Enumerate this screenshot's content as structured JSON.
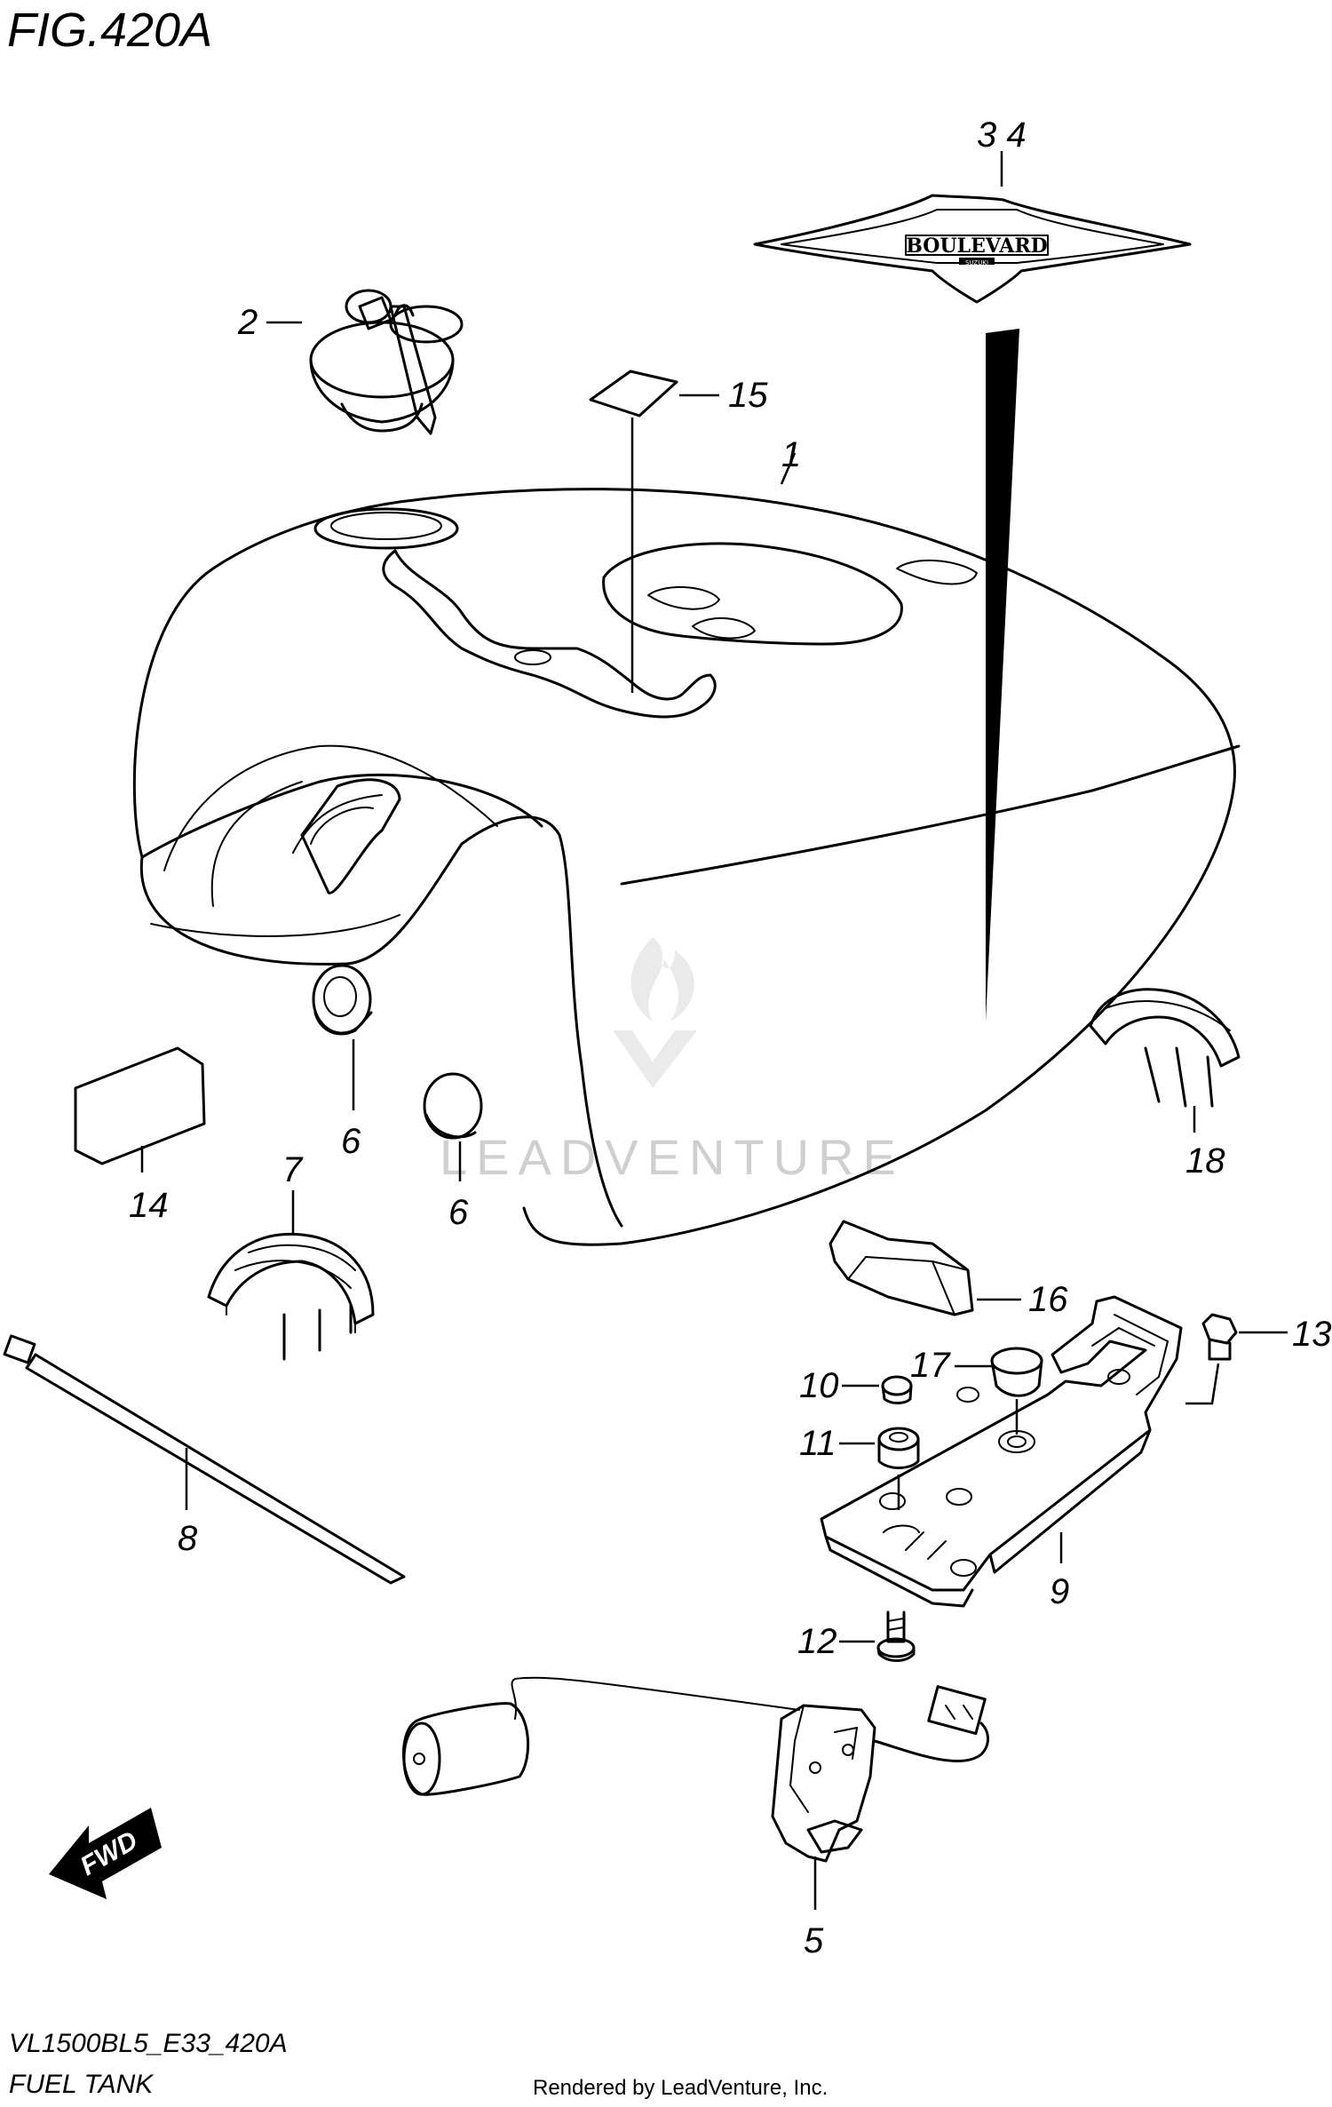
{
  "figure": {
    "title": "FIG.420A",
    "model_code": "VL1500BL5_E33_420A",
    "section_name": "FUEL TANK",
    "rendered_by": "Rendered by LeadVenture, Inc.",
    "watermark": "LEADVENTURE",
    "badge_text": "BOULEVARD",
    "badge_subtext": "SUZUKI",
    "fwd_label": "FWD"
  },
  "callouts": {
    "c1": "1",
    "c2": "2",
    "c34": "3 4",
    "c5": "5",
    "c6a": "6",
    "c6b": "6",
    "c7": "7",
    "c8": "8",
    "c9": "9",
    "c10": "10",
    "c11": "11",
    "c12": "12",
    "c13": "13",
    "c14": "14",
    "c15": "15",
    "c16": "16",
    "c17": "17",
    "c18": "18"
  },
  "icons": {
    "watermark_logo": "flame-v-logo-icon",
    "direction_arrow": "fwd-arrow-icon"
  }
}
